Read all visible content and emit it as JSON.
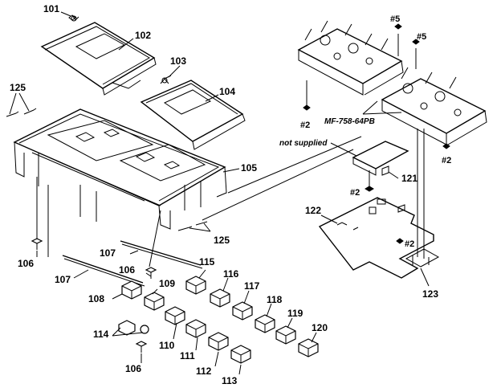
{
  "parts": {
    "p101": "101",
    "p102": "102",
    "p103": "103",
    "p104": "104",
    "p105": "105",
    "p106a": "106",
    "p106b": "106",
    "p106c": "106",
    "p107a": "107",
    "p107b": "107",
    "p108": "108",
    "p109": "109",
    "p110": "110",
    "p111": "111",
    "p112": "112",
    "p113": "113",
    "p114": "114",
    "p115": "115",
    "p116": "116",
    "p117": "117",
    "p118": "118",
    "p119": "119",
    "p120": "120",
    "p121": "121",
    "p122": "122",
    "p123": "123",
    "p125a": "125",
    "p125b": "125"
  },
  "screws": {
    "s5a": "#5",
    "s5b": "#5",
    "s2a": "#2",
    "s2b": "#2",
    "s2c": "#2",
    "s2d": "#2"
  },
  "notes": {
    "module": "MF-758-64PB",
    "not_supplied": "not supplied"
  }
}
